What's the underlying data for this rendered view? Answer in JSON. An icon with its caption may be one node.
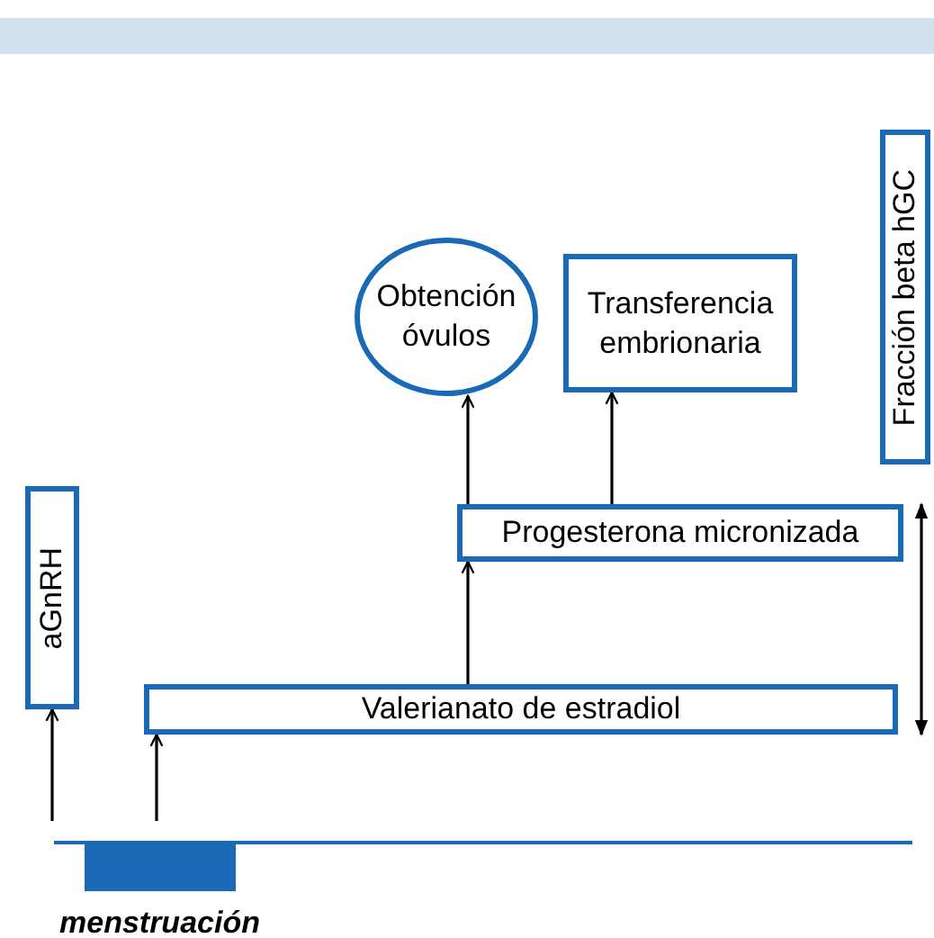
{
  "diagram": {
    "nodes": [
      {
        "text": [
          "Obtención óvulos"
        ]
      },
      {
        "text": [
          "Transferencia embrionaria"
        ]
      },
      {
        "text": [
          "Fracción beta hGC"
        ]
      },
      {
        "text": [
          "aGnRH"
        ]
      },
      {
        "text": [
          "Progesterona micronizada"
        ]
      },
      {
        "text": [
          "Valerianato de estradiol"
        ]
      },
      {
        "text": [],
        "shape": "bar",
        "beside": [
          "menstruación"
        ]
      }
    ],
    "edges": [
      {
        "from": 5,
        "to": 4,
        "arrow": "to"
      },
      {
        "from": 4,
        "to": 0,
        "arrow": "to"
      },
      {
        "from": 4,
        "to": 1,
        "arrow": "to"
      },
      {
        "from": null,
        "to": 3,
        "arrow": "to"
      },
      {
        "from": 6,
        "to": 5,
        "arrow": "to"
      },
      {
        "from": 4,
        "to": 5,
        "arrow": "both"
      }
    ]
  }
}
